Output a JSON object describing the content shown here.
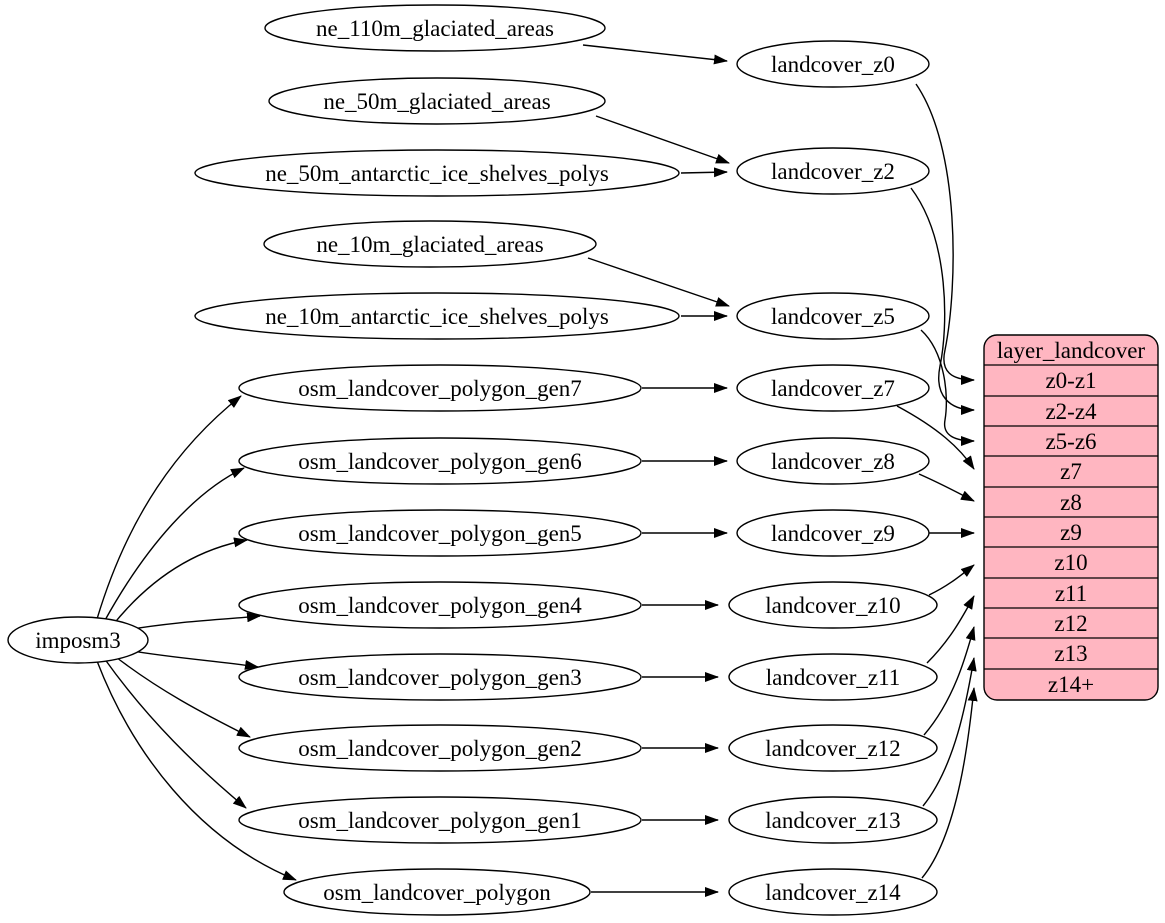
{
  "colors": {
    "table_fill": "#ffb6c1",
    "node_fill": "#ffffff",
    "stroke": "#000000",
    "background": "#ffffff"
  },
  "nodes": {
    "importer": {
      "label": "imposm3"
    },
    "sources": [
      {
        "label": "ne_110m_glaciated_areas"
      },
      {
        "label": "ne_50m_glaciated_areas"
      },
      {
        "label": "ne_50m_antarctic_ice_shelves_polys"
      },
      {
        "label": "ne_10m_glaciated_areas"
      },
      {
        "label": "ne_10m_antarctic_ice_shelves_polys"
      },
      {
        "label": "osm_landcover_polygon_gen7"
      },
      {
        "label": "osm_landcover_polygon_gen6"
      },
      {
        "label": "osm_landcover_polygon_gen5"
      },
      {
        "label": "osm_landcover_polygon_gen4"
      },
      {
        "label": "osm_landcover_polygon_gen3"
      },
      {
        "label": "osm_landcover_polygon_gen2"
      },
      {
        "label": "osm_landcover_polygon_gen1"
      },
      {
        "label": "osm_landcover_polygon"
      }
    ],
    "generalized": [
      {
        "label": "landcover_z0"
      },
      {
        "label": "landcover_z2"
      },
      {
        "label": "landcover_z5"
      },
      {
        "label": "landcover_z7"
      },
      {
        "label": "landcover_z8"
      },
      {
        "label": "landcover_z9"
      },
      {
        "label": "landcover_z10"
      },
      {
        "label": "landcover_z11"
      },
      {
        "label": "landcover_z12"
      },
      {
        "label": "landcover_z13"
      },
      {
        "label": "landcover_z14"
      }
    ],
    "table": {
      "title": "layer_landcover",
      "rows": [
        "z0-z1",
        "z2-z4",
        "z5-z6",
        "z7",
        "z8",
        "z9",
        "z10",
        "z11",
        "z12",
        "z13",
        "z14+"
      ]
    }
  },
  "edges": [
    {
      "from": "imposm3",
      "to": "osm_landcover_polygon_gen7"
    },
    {
      "from": "imposm3",
      "to": "osm_landcover_polygon_gen6"
    },
    {
      "from": "imposm3",
      "to": "osm_landcover_polygon_gen5"
    },
    {
      "from": "imposm3",
      "to": "osm_landcover_polygon_gen4"
    },
    {
      "from": "imposm3",
      "to": "osm_landcover_polygon_gen3"
    },
    {
      "from": "imposm3",
      "to": "osm_landcover_polygon_gen2"
    },
    {
      "from": "imposm3",
      "to": "osm_landcover_polygon_gen1"
    },
    {
      "from": "imposm3",
      "to": "osm_landcover_polygon"
    },
    {
      "from": "ne_110m_glaciated_areas",
      "to": "landcover_z0"
    },
    {
      "from": "ne_50m_glaciated_areas",
      "to": "landcover_z2"
    },
    {
      "from": "ne_50m_antarctic_ice_shelves_polys",
      "to": "landcover_z2"
    },
    {
      "from": "ne_10m_glaciated_areas",
      "to": "landcover_z5"
    },
    {
      "from": "ne_10m_antarctic_ice_shelves_polys",
      "to": "landcover_z5"
    },
    {
      "from": "osm_landcover_polygon_gen7",
      "to": "landcover_z7"
    },
    {
      "from": "osm_landcover_polygon_gen6",
      "to": "landcover_z8"
    },
    {
      "from": "osm_landcover_polygon_gen5",
      "to": "landcover_z9"
    },
    {
      "from": "osm_landcover_polygon_gen4",
      "to": "landcover_z10"
    },
    {
      "from": "osm_landcover_polygon_gen3",
      "to": "landcover_z11"
    },
    {
      "from": "osm_landcover_polygon_gen2",
      "to": "landcover_z12"
    },
    {
      "from": "osm_landcover_polygon_gen1",
      "to": "landcover_z13"
    },
    {
      "from": "osm_landcover_polygon",
      "to": "landcover_z14"
    },
    {
      "from": "landcover_z0",
      "to": "layer_landcover:z0-z1"
    },
    {
      "from": "landcover_z2",
      "to": "layer_landcover:z2-z4"
    },
    {
      "from": "landcover_z5",
      "to": "layer_landcover:z5-z6"
    },
    {
      "from": "landcover_z7",
      "to": "layer_landcover:z7"
    },
    {
      "from": "landcover_z8",
      "to": "layer_landcover:z8"
    },
    {
      "from": "landcover_z9",
      "to": "layer_landcover:z9"
    },
    {
      "from": "landcover_z10",
      "to": "layer_landcover:z10"
    },
    {
      "from": "landcover_z11",
      "to": "layer_landcover:z11"
    },
    {
      "from": "landcover_z12",
      "to": "layer_landcover:z12"
    },
    {
      "from": "landcover_z13",
      "to": "layer_landcover:z13"
    },
    {
      "from": "landcover_z14",
      "to": "layer_landcover:z14+"
    }
  ]
}
